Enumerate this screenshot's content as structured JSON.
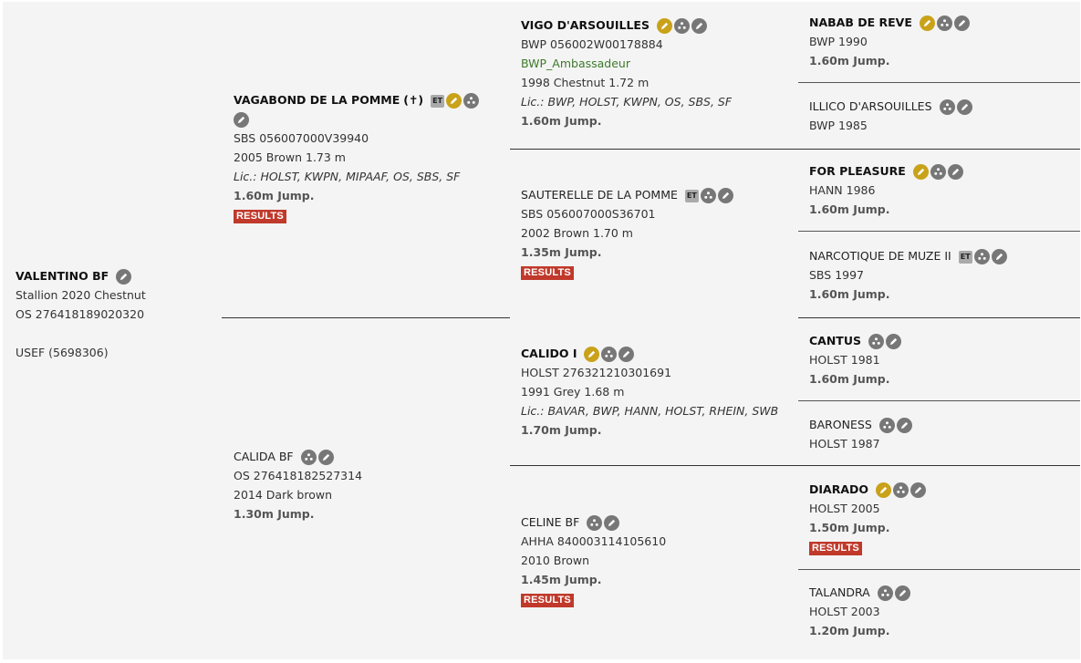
{
  "subject": {
    "name": "VALENTINO BF",
    "line1": "Stallion 2020 Chestnut",
    "line2": "OS 276418189020320",
    "line3": "USEF (5698306)"
  },
  "sire": {
    "name": "VAGABOND DE LA POMME",
    "deceased": "(✝)",
    "reg": "SBS 056007000V39940",
    "born": "2005 Brown 1.73 m",
    "lic": "Lic.: HOLST, KWPN, MIPAAF, OS, SBS, SF",
    "jump": "1.60m Jump.",
    "results": "RESULTS"
  },
  "dam": {
    "name": "CALIDA BF",
    "reg": "OS 276418182527314",
    "born": "2014 Dark brown",
    "jump": "1.30m Jump."
  },
  "ss": {
    "name": "VIGO D'ARSOUILLES",
    "reg": "BWP 056002W00178884",
    "extra": "BWP_Ambassadeur",
    "born": "1998 Chestnut 1.72 m",
    "lic": "Lic.: BWP, HOLST, KWPN, OS, SBS, SF",
    "jump": "1.60m Jump."
  },
  "sd": {
    "name": "SAUTERELLE DE LA POMME",
    "reg": "SBS 056007000S36701",
    "born": "2002 Brown 1.70 m",
    "jump": "1.35m Jump.",
    "results": "RESULTS"
  },
  "ds": {
    "name": "CALIDO I",
    "reg": "HOLST 276321210301691",
    "born": "1991 Grey 1.68 m",
    "lic": "Lic.: BAVAR, BWP, HANN, HOLST, RHEIN, SWB",
    "jump": "1.70m Jump."
  },
  "dd": {
    "name": "CELINE BF",
    "reg": "AHHA 840003114105610",
    "born": "2010 Brown",
    "jump": "1.45m Jump.",
    "results": "RESULTS"
  },
  "g1": {
    "name": "NABAB DE REVE",
    "reg": "BWP 1990",
    "jump": "1.60m Jump."
  },
  "g2": {
    "name": "ILLICO D'ARSOUILLES",
    "reg": "BWP 1985"
  },
  "g3": {
    "name": "FOR PLEASURE",
    "reg": "HANN 1986",
    "jump": "1.60m Jump."
  },
  "g4": {
    "name": "NARCOTIQUE DE MUZE II",
    "reg": "SBS 1997",
    "jump": "1.60m Jump."
  },
  "g5": {
    "name": "CANTUS",
    "reg": "HOLST 1981",
    "jump": "1.60m Jump."
  },
  "g6": {
    "name": "BARONESS",
    "reg": "HOLST 1987"
  },
  "g7": {
    "name": "DIARADO",
    "reg": "HOLST 2005",
    "jump": "1.50m Jump.",
    "results": "RESULTS"
  },
  "g8": {
    "name": "TALANDRA",
    "reg": "HOLST 2003",
    "jump": "1.20m Jump."
  },
  "badges": {
    "et": "ET"
  },
  "icon_names": [
    "edit-icon",
    "pedigree-icon",
    "stallion-icon",
    "et-badge",
    "deceased-icon"
  ],
  "colors": {
    "results_bg": "#c0392b",
    "gold_icon": "#c9a21a",
    "grey_icon": "#777777",
    "green_text": "#3d7a2a"
  }
}
